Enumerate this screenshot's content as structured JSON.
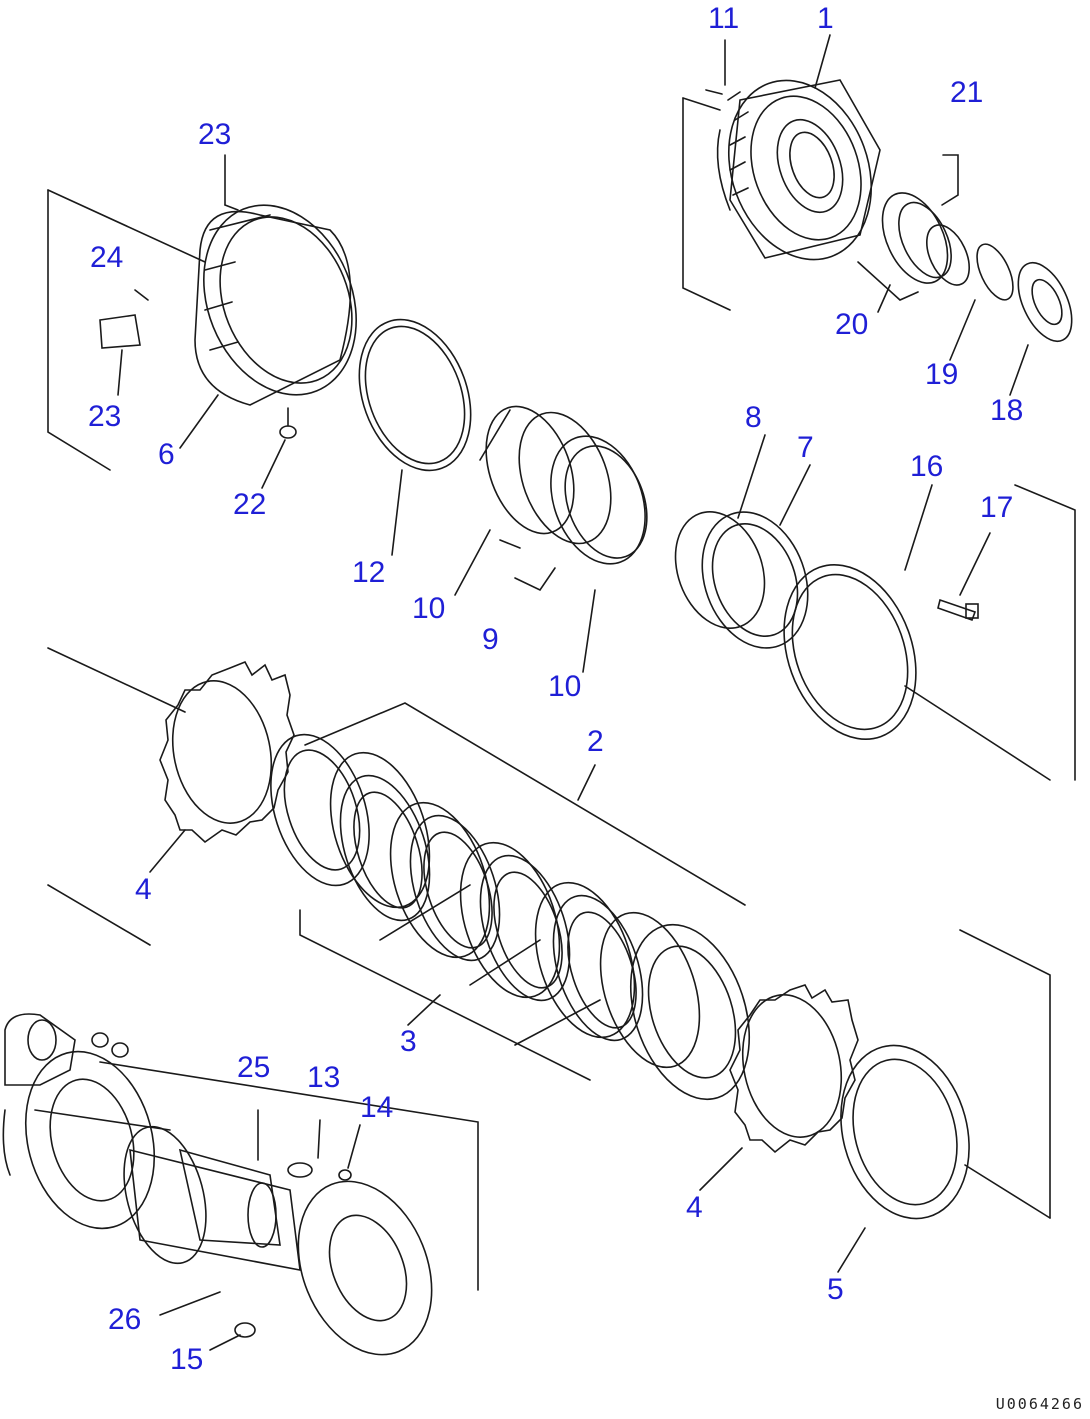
{
  "diagram_code": "U0064266",
  "part_labels": {
    "p1": "1",
    "p2": "2",
    "p3": "3",
    "p4a": "4",
    "p4b": "4",
    "p5": "5",
    "p6": "6",
    "p7": "7",
    "p8": "8",
    "p9": "9",
    "p10a": "10",
    "p10b": "10",
    "p11": "11",
    "p12": "12",
    "p13": "13",
    "p14": "14",
    "p15": "15",
    "p16": "16",
    "p17": "17",
    "p18": "18",
    "p19": "19",
    "p20": "20",
    "p21": "21",
    "p22": "22",
    "p23a": "23",
    "p23b": "23",
    "p24": "24",
    "p25": "25",
    "p26": "26"
  },
  "colors": {
    "label": "#1f1fd6",
    "line": "#1a1a1a"
  }
}
